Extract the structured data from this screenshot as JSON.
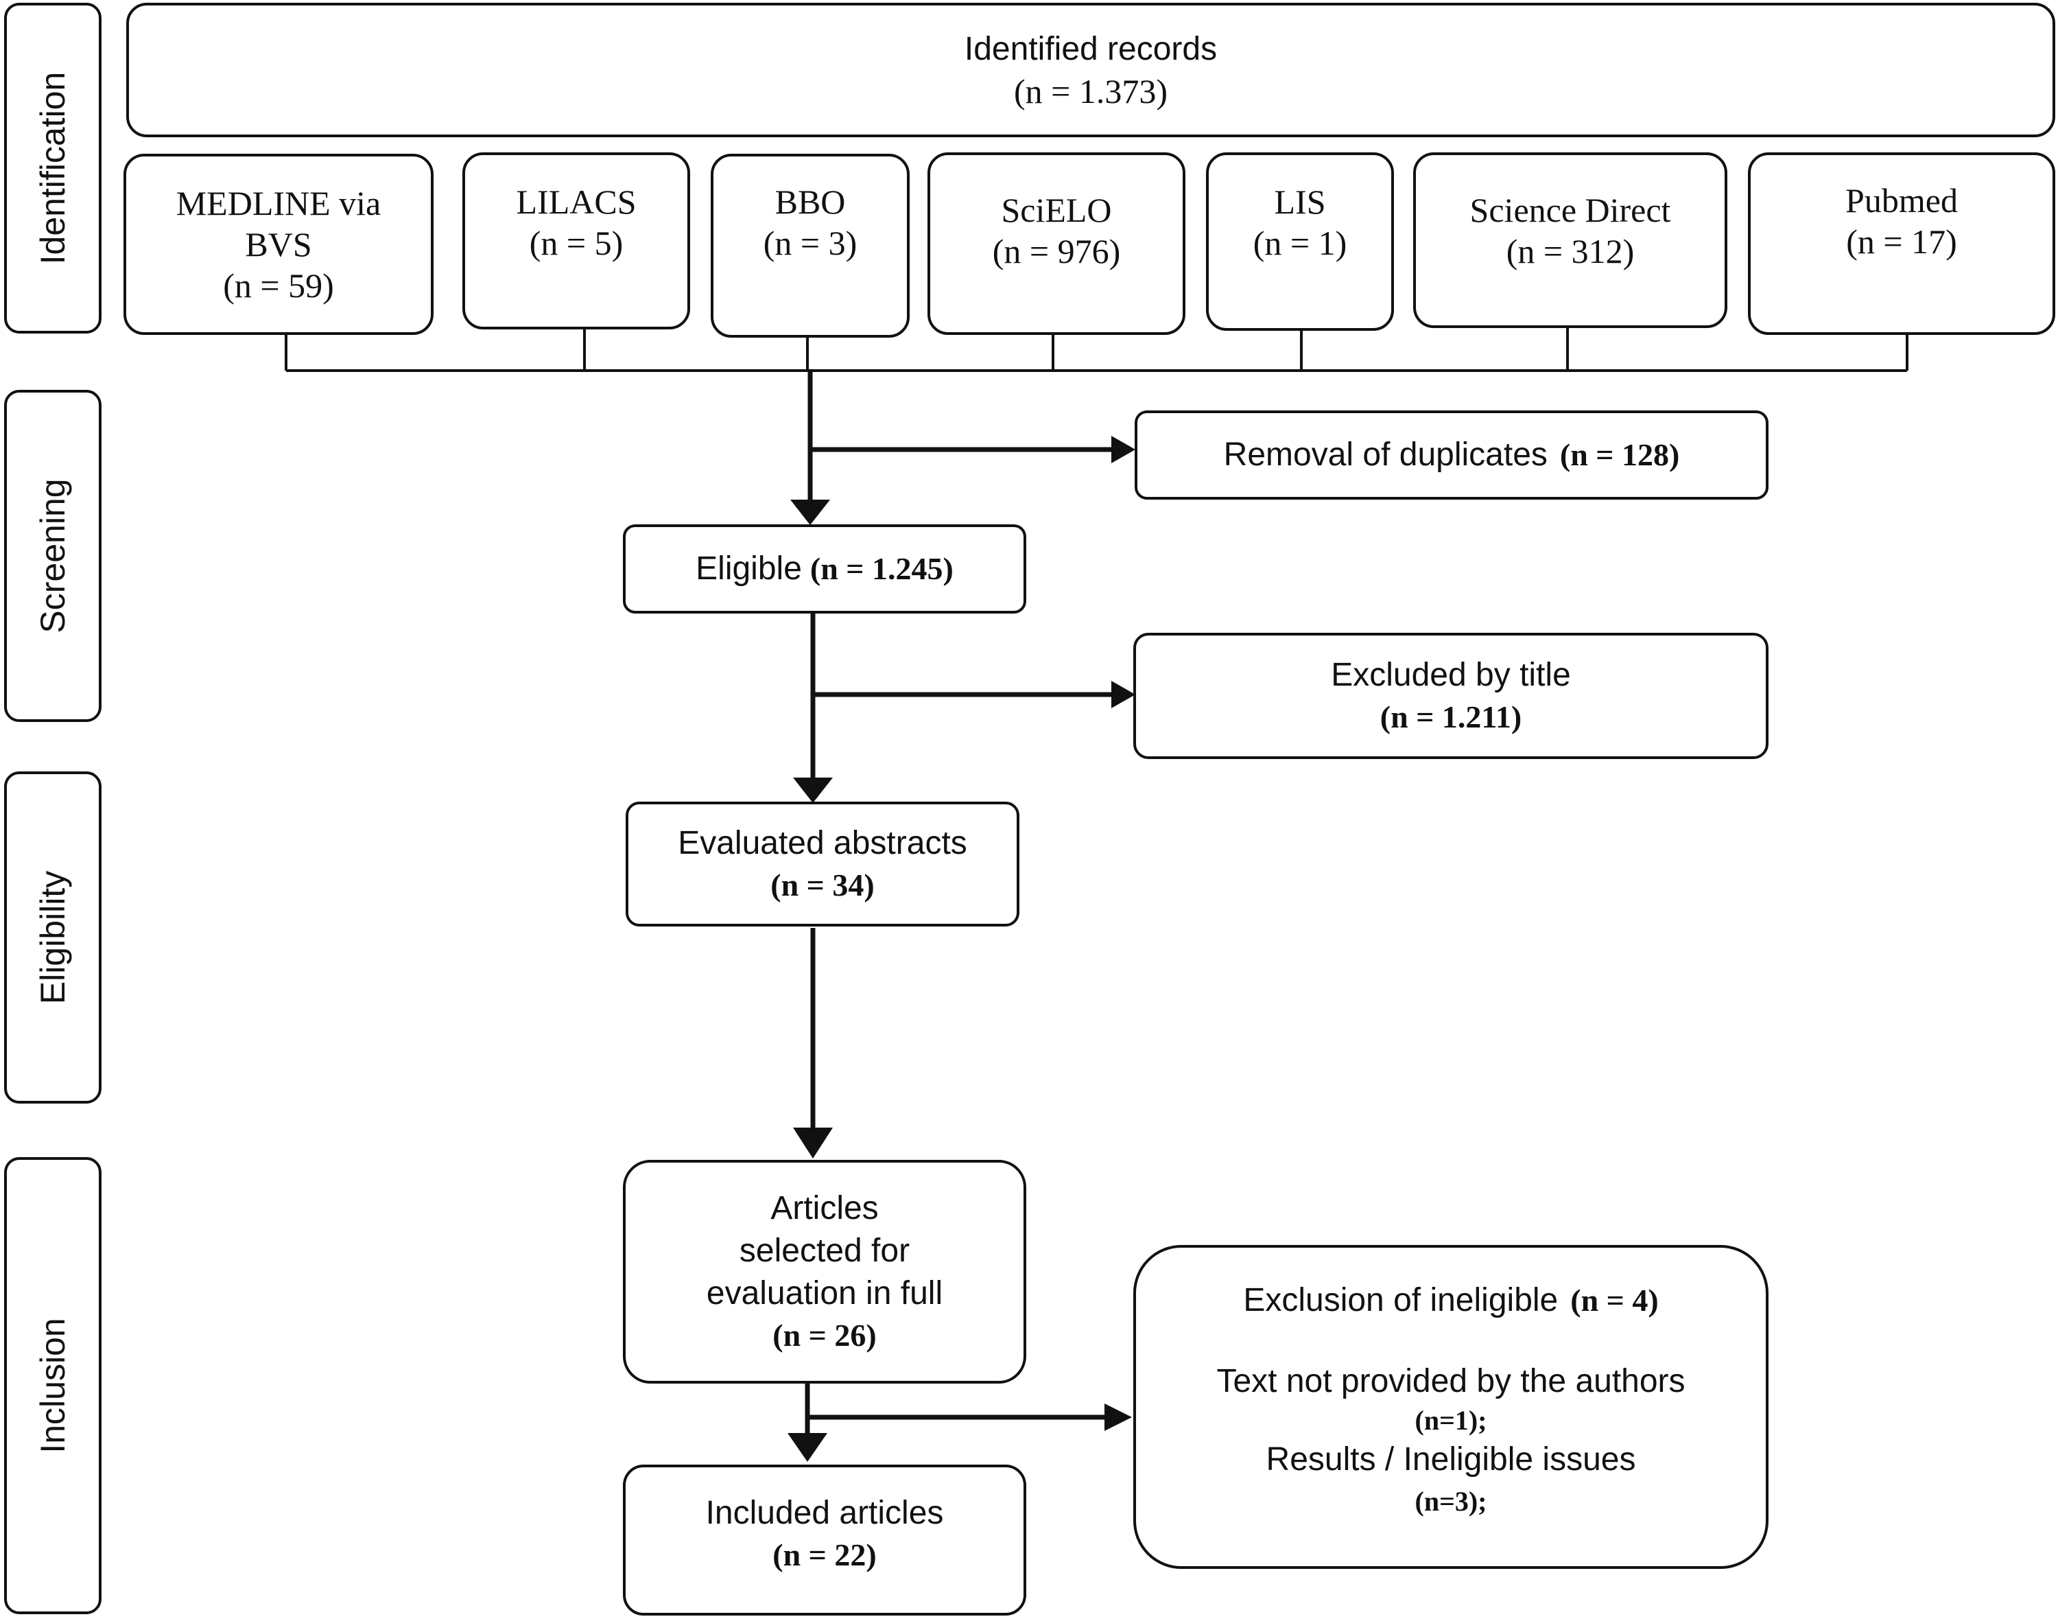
{
  "phases": {
    "identification": "Identification",
    "screening": "Screening",
    "eligibility": "Eligibility",
    "inclusion": "Inclusion"
  },
  "identified": {
    "label": "Identified records",
    "count": "(n = 1.373)"
  },
  "sources": [
    {
      "name": "MEDLINE via",
      "name2": "BVS",
      "count": "(n = 59)"
    },
    {
      "name": "LILACS",
      "count": "(n = 5)"
    },
    {
      "name": "BBO",
      "count": "(n = 3)"
    },
    {
      "name": "SciELO",
      "count": "(n = 976)"
    },
    {
      "name": "LIS",
      "count": "(n = 1)"
    },
    {
      "name": "Science Direct",
      "count": "(n = 312)"
    },
    {
      "name": "Pubmed",
      "count": "(n = 17)"
    }
  ],
  "duplicates": {
    "label": "Removal of duplicates",
    "count": "(n = 128)"
  },
  "eligible": {
    "label": "Eligible",
    "count": "(n = 1.245)"
  },
  "excluded_title": {
    "label": "Excluded by title",
    "count": "(n = 1.211)"
  },
  "abstracts": {
    "label": "Evaluated abstracts",
    "count": "(n = 34)"
  },
  "full_eval": {
    "line1": "Articles",
    "line2": "selected for",
    "line3": "evaluation in full",
    "count": "(n = 26)"
  },
  "ineligible": {
    "label": "Exclusion of ineligible",
    "count": "(n = 4)",
    "reason1": "Text not provided by the authors",
    "reason1_count": "(n=1);",
    "reason2": "Results / Ineligible issues",
    "reason2_count": "(n=3);"
  },
  "included": {
    "label": "Included articles",
    "count": "(n = 22)"
  }
}
